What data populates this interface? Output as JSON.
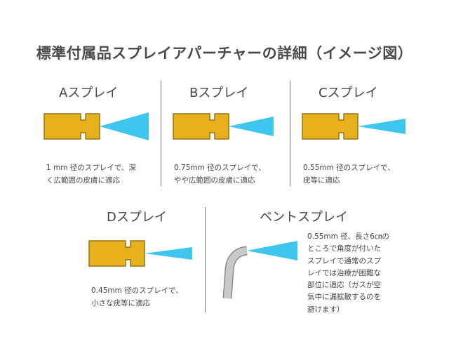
{
  "title": "標準付属品スプレイアパーチャーの詳細（イメージ図）",
  "sprays": [
    {
      "label": "Aスプレイ",
      "desc": [
        "1 mm 径のスプレイで、深",
        "く広範囲の皮膚に適応"
      ]
    },
    {
      "label": "Bスプレイ",
      "desc": [
        "0.75mm 径のスプレイで、",
        "やや広範囲の皮膚に適応"
      ]
    },
    {
      "label": "Cスプレイ",
      "desc": [
        "0.55mm 径のスプレイで、",
        "疣等に適応"
      ]
    },
    {
      "label": "Dスプレイ",
      "desc": [
        "0.45mm 径のスプレイで、",
        "小さな疣等に適応"
      ]
    },
    {
      "label": "ベントスプレイ",
      "desc": [
        "0.55mm 径、長さ6㎝の",
        "ところで角度が付いた",
        "スプレイで通常のスプ",
        "レイでは治療が困難な",
        "部位に適応（ガスが空",
        "気中に漏拡散するのを",
        "避けます）"
      ]
    }
  ],
  "colors": {
    "nozzle_fill": "#e6b11c",
    "nozzle_stroke": "#9a7410",
    "spray": "#3ec6ee",
    "bent_tube": "#c9c9c9"
  }
}
